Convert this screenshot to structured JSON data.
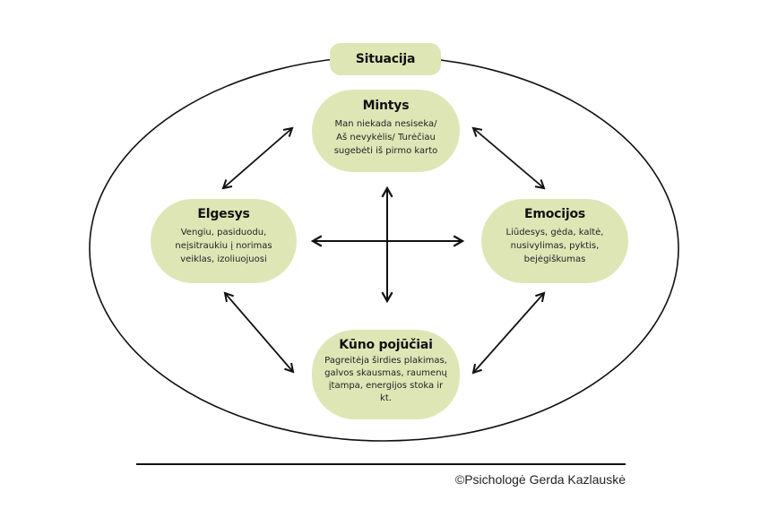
{
  "diagram": {
    "type": "cognitive-behavioral cycle",
    "context": {
      "title": "Situacija"
    },
    "nodes": [
      {
        "id": "mintys",
        "title": "Mintys",
        "body": [
          "Man niekada nesiseka/",
          "Aš nevykėlis/ Turėčiau",
          "sugebėti iš pirmo karto"
        ]
      },
      {
        "id": "elgesys",
        "title": "Elgesys",
        "body": [
          "Vengiu, pasiduodu,",
          "neįsitraukiu į norimas",
          "veiklas, izoliuojuosi"
        ]
      },
      {
        "id": "emocijos",
        "title": "Emocijos",
        "body": [
          "Liūdesys, gėda, kaltė,",
          "nusivylimas, pyktis,",
          "bejėgiškumas"
        ]
      },
      {
        "id": "kunas",
        "title": "Kūno pojūčiai",
        "body": [
          "Pagreitėja širdies plakimas,",
          "galvos skausmas, raumenų",
          "įtampa, energijos stoka ir",
          "kt."
        ]
      }
    ],
    "edges": [
      {
        "from": "mintys",
        "to": "elgesys",
        "direction": "both"
      },
      {
        "from": "mintys",
        "to": "emocijos",
        "direction": "both"
      },
      {
        "from": "elgesys",
        "to": "kunas",
        "direction": "both"
      },
      {
        "from": "emocijos",
        "to": "kunas",
        "direction": "both"
      },
      {
        "from": "mintys",
        "to": "kunas",
        "direction": "both"
      },
      {
        "from": "elgesys",
        "to": "emocijos",
        "direction": "both"
      }
    ],
    "colors": {
      "node_fill": "#dfe6b6",
      "line": "#111111"
    }
  },
  "footer": {
    "credit": "©Psichologė Gerda Kazlauskė"
  }
}
